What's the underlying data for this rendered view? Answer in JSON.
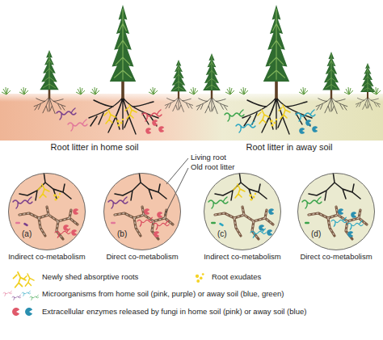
{
  "diagram": {
    "nodes": [
      {
        "text": [
          "(a)",
          "Indirect co-metabolism"
        ]
      },
      {
        "text": [
          "(b)",
          "Direct co-metabolism"
        ]
      },
      {
        "text": [
          "(c)",
          "Indirect co-metabolism"
        ]
      },
      {
        "text": [
          "(d)",
          "Direct co-metabolism"
        ]
      }
    ],
    "labels": [
      "Root litter in home soil",
      "Root litter in away soil",
      "Living root",
      "Old root litter"
    ],
    "legend": [
      {
        "text": "Newly shed absorptive roots"
      },
      {
        "text": "Root exudates"
      },
      {
        "text": "Microorganisms from home soil (pink, purple) or away soil (blue, green)"
      },
      {
        "text": "Extracellular enzymes released by fungi in home soil (pink) or away soil (blue)"
      }
    ]
  }
}
